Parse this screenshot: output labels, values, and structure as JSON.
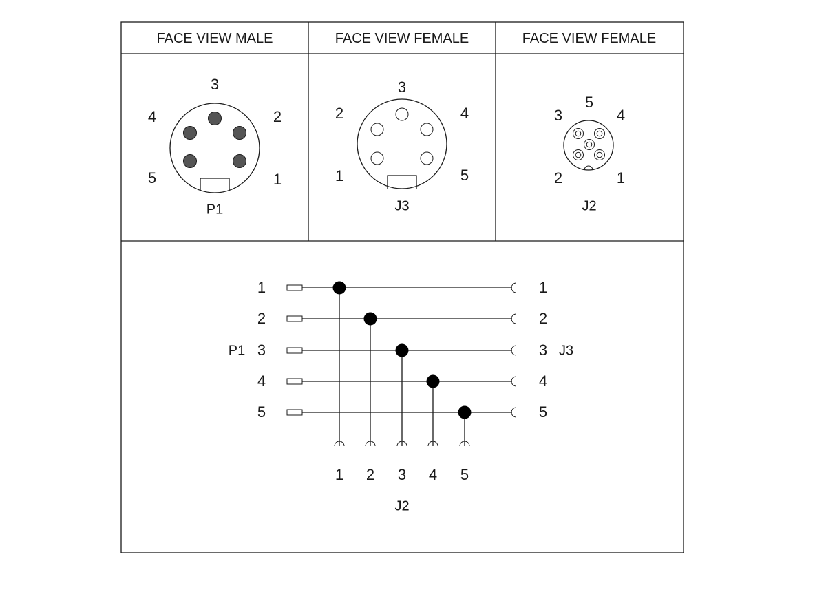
{
  "header": {
    "col1": "FACE VIEW MALE",
    "col2": "FACE VIEW FEMALE",
    "col3": "FACE VIEW FEMALE"
  },
  "p1_face": {
    "label": "P1",
    "pins": [
      "1",
      "2",
      "3",
      "4",
      "5"
    ]
  },
  "j3_face": {
    "label": "J3",
    "pins": [
      "1",
      "2",
      "3",
      "4",
      "5"
    ]
  },
  "j2_face": {
    "label": "J2",
    "pins": [
      "1",
      "2",
      "3",
      "4",
      "5"
    ]
  },
  "wiring": {
    "left_connector": "P1",
    "right_connector": "J3",
    "bottom_connector": "J2",
    "rows": [
      "1",
      "2",
      "3",
      "4",
      "5"
    ]
  },
  "colors": {
    "line": "#1a1a1a",
    "male_pin": "#555555"
  }
}
